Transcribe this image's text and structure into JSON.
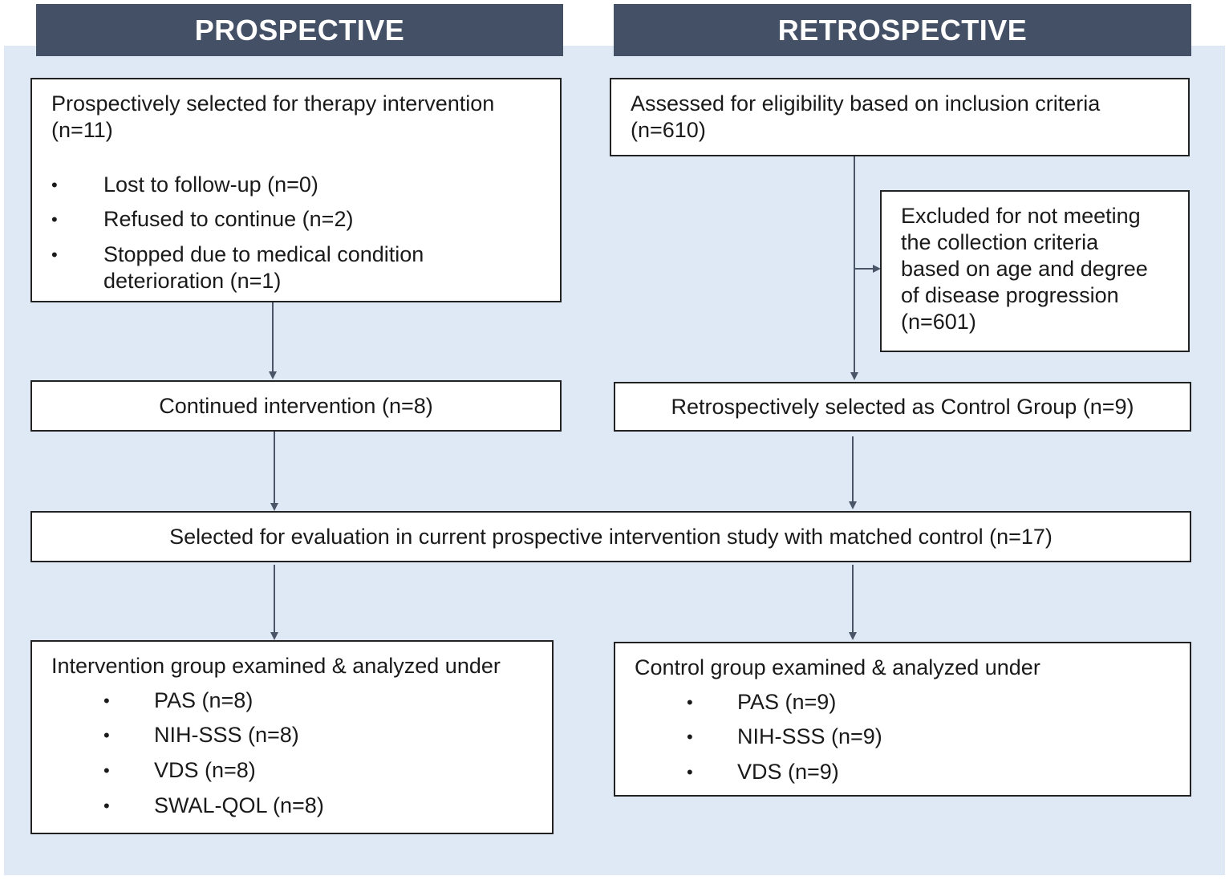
{
  "headers": {
    "prospective": "PROSPECTIVE",
    "retrospective": "RETROSPECTIVE"
  },
  "prospective": {
    "selected": {
      "title": "Prospectively selected for therapy intervention",
      "count": "(n=11)",
      "items": [
        "Lost to follow-up (n=0)",
        "Refused to continue (n=2)",
        "Stopped due to medical condition",
        "deterioration (n=1)"
      ]
    },
    "continued": "Continued intervention (n=8)",
    "analyzed": {
      "title": "Intervention group examined & analyzed under",
      "items": [
        "PAS (n=8)",
        "NIH-SSS (n=8)",
        "VDS (n=8)",
        "SWAL-QOL (n=8)"
      ]
    }
  },
  "retrospective": {
    "assessed": {
      "title": "Assessed for eligibility based on inclusion criteria",
      "count": "(n=610)"
    },
    "excluded": {
      "lines": [
        "Excluded for not meeting",
        "the collection criteria",
        "based on age and degree",
        "of disease progression",
        "(n=601)"
      ]
    },
    "control_selected": "Retrospectively selected as Control Group (n=9)",
    "analyzed": {
      "title": "Control group examined & analyzed under",
      "items": [
        "PAS (n=9)",
        "NIH-SSS (n=9)",
        "VDS (n=9)"
      ]
    }
  },
  "combined": "Selected for evaluation in current prospective intervention study with matched control (n=17)",
  "bullet_char": "•",
  "colors": {
    "header_bg": "#445066",
    "panel_bg": "#dfe9f5",
    "arrow": "#4a5568"
  }
}
